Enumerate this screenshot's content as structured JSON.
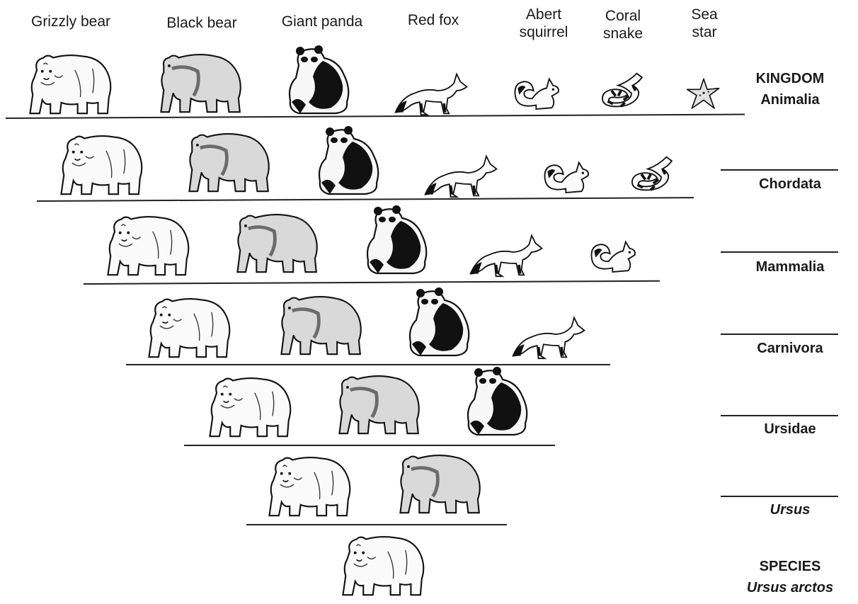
{
  "columns": [
    {
      "label": "Grizzly bear"
    },
    {
      "label": "Black bear"
    },
    {
      "label": "Giant panda"
    },
    {
      "label": "Red fox"
    },
    {
      "label": "Abert\nsquirrel"
    },
    {
      "label": "Coral\nsnake"
    },
    {
      "label": "Sea\nstar"
    }
  ],
  "ranks": [
    {
      "title": "KINGDOM",
      "name": "Animalia",
      "italic": false
    },
    {
      "title": "",
      "name": "Chordata",
      "italic": false
    },
    {
      "title": "",
      "name": "Mammalia",
      "italic": false
    },
    {
      "title": "",
      "name": "Carnivora",
      "italic": false
    },
    {
      "title": "",
      "name": "Ursidae",
      "italic": false
    },
    {
      "title": "",
      "name": "Ursus",
      "italic": true
    },
    {
      "title": "SPECIES",
      "name": "Ursus arctos",
      "italic": true
    }
  ],
  "rows": [
    {
      "animals": [
        "grizzly-bear",
        "black-bear",
        "giant-panda",
        "red-fox",
        "abert-squirrel",
        "coral-snake",
        "sea-star"
      ]
    },
    {
      "animals": [
        "grizzly-bear",
        "black-bear",
        "giant-panda",
        "red-fox",
        "abert-squirrel",
        "coral-snake"
      ]
    },
    {
      "animals": [
        "grizzly-bear",
        "black-bear",
        "giant-panda",
        "red-fox",
        "abert-squirrel"
      ]
    },
    {
      "animals": [
        "grizzly-bear",
        "black-bear",
        "giant-panda",
        "red-fox"
      ]
    },
    {
      "animals": [
        "grizzly-bear",
        "black-bear",
        "giant-panda"
      ]
    },
    {
      "animals": [
        "grizzly-bear",
        "black-bear"
      ]
    },
    {
      "animals": [
        "grizzly-bear"
      ]
    }
  ]
}
